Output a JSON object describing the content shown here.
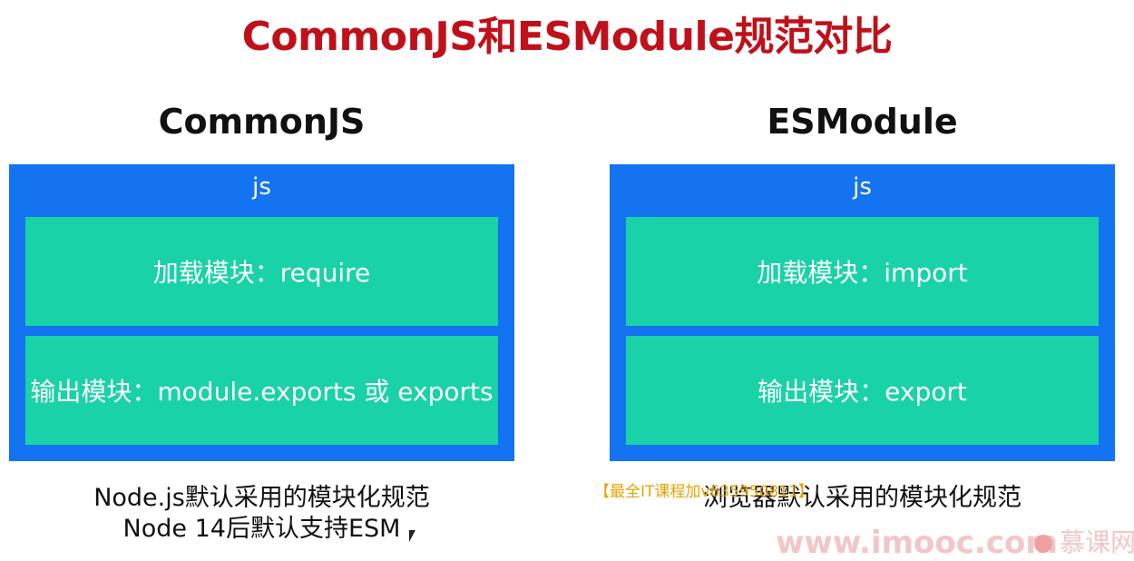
{
  "title": "CommonJS和ESModule规范对比",
  "columns": [
    {
      "heading": "CommonJS",
      "box_label": "js",
      "load_label": "加载模块：require",
      "export_label": "输出模块：module.exports 或 exports",
      "desc_lines": [
        "Node.js默认采用的模块化规范",
        "Node 14后默认支持ESM"
      ]
    },
    {
      "heading": "ESModule",
      "box_label": "js",
      "load_label": "加载模块：import",
      "export_label": "输出模块：export",
      "desc_lines": [
        "浏览器默认采用的模块化规范"
      ]
    }
  ],
  "watermark": {
    "tag": "【最全IT课程加v635950811】",
    "site": "www.imooc.com",
    "brand": "慕课网"
  },
  "colors": {
    "title": "#c0101a",
    "outer_box": "#1473f0",
    "inner_box": "#19d2a8"
  }
}
